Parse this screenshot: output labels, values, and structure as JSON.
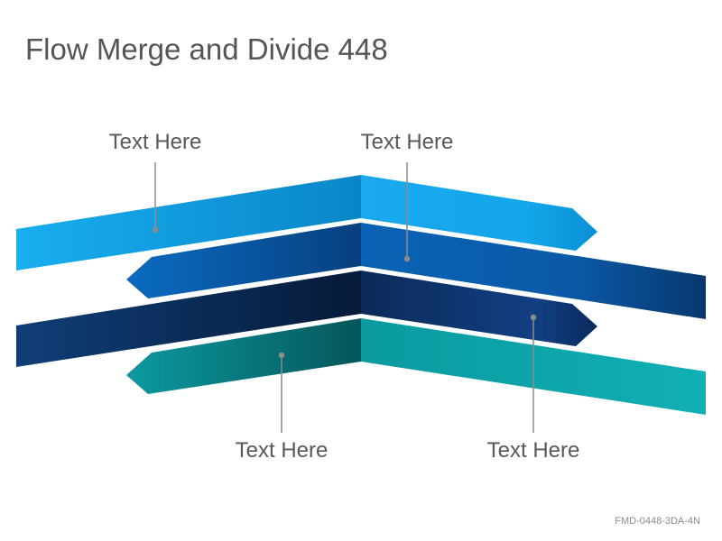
{
  "title": "Flow Merge and Divide 448",
  "labels": {
    "top_left": "Text Here",
    "top_right": "Text Here",
    "bottom_left": "Text Here",
    "bottom_right": "Text Here"
  },
  "footer_code": "FMD-0448-3DA-4N",
  "colors": {
    "band_1": "#12a6ea",
    "band_2": "#0a5aa8",
    "band_3": "#0d2e5e",
    "band_4": "#0ea2a4",
    "leader": "#8c8c8c",
    "text": "#595959"
  }
}
